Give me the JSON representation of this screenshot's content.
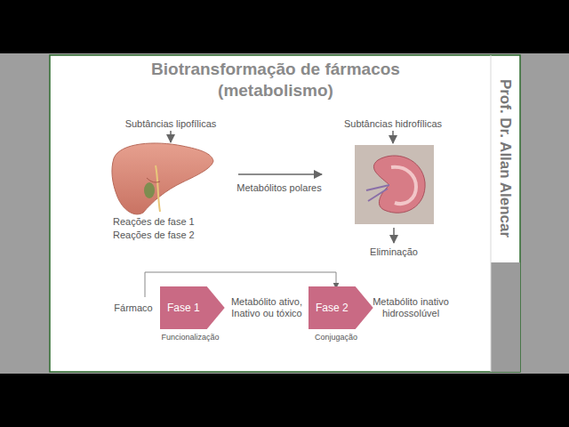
{
  "diagram": {
    "title": "Biotransformação de fármacos (metabolismo)",
    "nodes": [
      {
        "text": [
          "Fase 1"
        ]
      },
      {
        "text": [
          "Fase 2"
        ]
      }
    ],
    "labels": [
      "Subtâncias lipofílicas",
      "Reações de fase 1",
      "Reações de fase 2",
      "Metabólitos polares",
      "Subtâncias hidrofílicas",
      "Eliminação",
      "Fármaco",
      "Metabólito ativo, Inativo ou tóxico",
      "Metabólito inativo hidrossolúvel",
      "Funcionalização",
      "Conjugação",
      "Prof. Dr. Allan Alencar"
    ]
  }
}
